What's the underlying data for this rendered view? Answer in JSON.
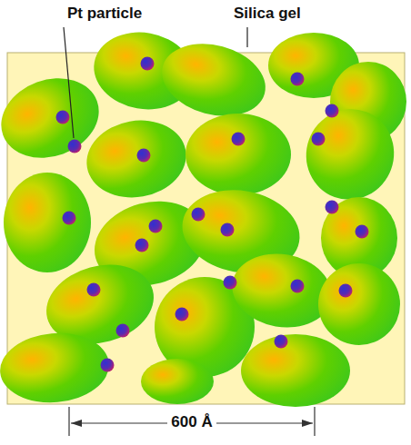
{
  "diagram": {
    "labels": [
      "Pt particle",
      "Silica gel",
      "600 Å"
    ]
  }
}
